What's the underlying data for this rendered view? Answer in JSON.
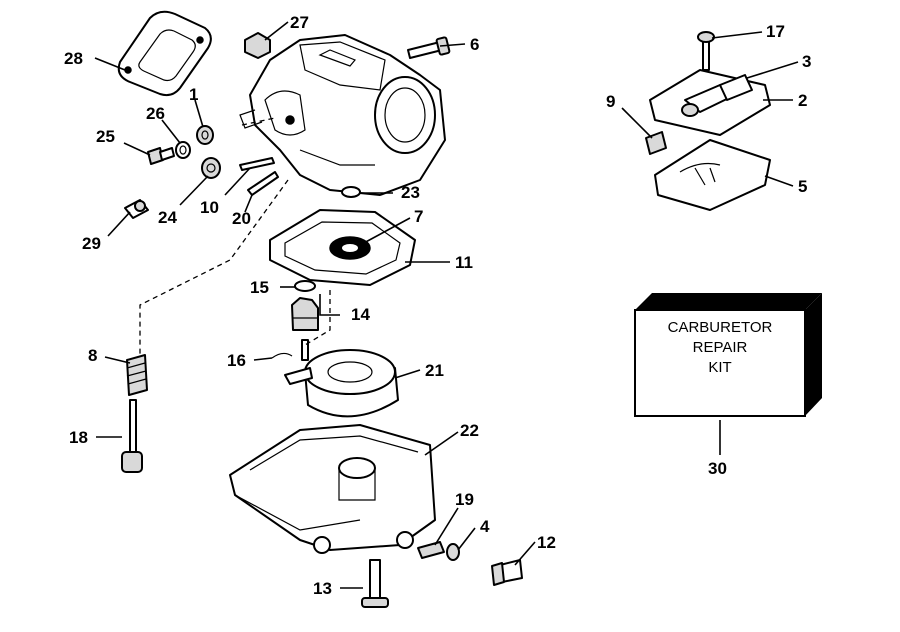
{
  "diagram": {
    "callouts": [
      "1",
      "2",
      "3",
      "4",
      "5",
      "6",
      "7",
      "8",
      "9",
      "10",
      "11",
      "12",
      "13",
      "14",
      "15",
      "16",
      "17",
      "18",
      "19",
      "20",
      "21",
      "22",
      "23",
      "24",
      "25",
      "26",
      "27",
      "28",
      "29",
      "30"
    ],
    "kit_box": {
      "line1": "CARBURETOR",
      "line2": "REPAIR",
      "line3": "KIT",
      "callout": "30"
    }
  }
}
